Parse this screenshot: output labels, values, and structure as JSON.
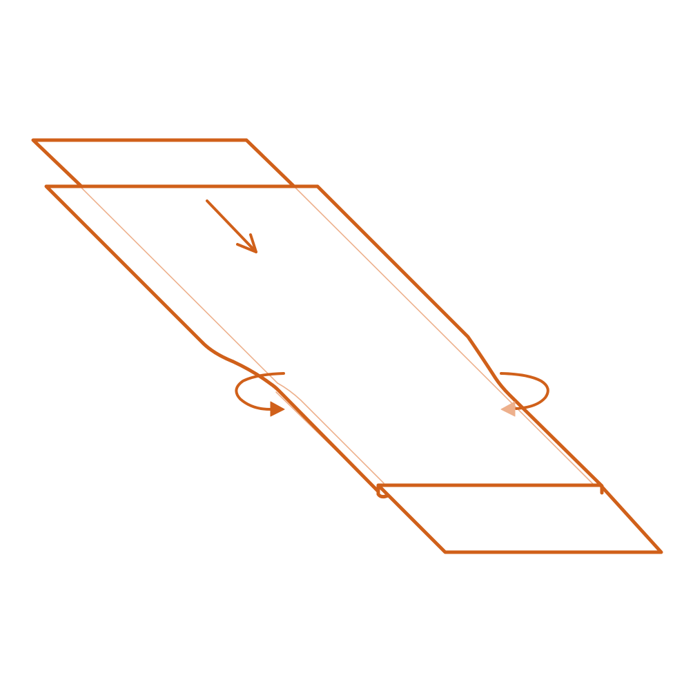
{
  "diagram": {
    "type": "fold-instruction",
    "colors": {
      "stroke": "#D0601A",
      "stroke_light": "#EDB08C",
      "background": "#FFFFFF"
    },
    "steps": [
      {
        "id": "slide-down",
        "icon": "straight-arrow-icon",
        "direction": "down-right"
      },
      {
        "id": "fold-left",
        "icon": "curved-fold-arrow-icon",
        "direction": "fold-under"
      },
      {
        "id": "fold-right",
        "icon": "curved-fold-arrow-icon",
        "direction": "fold-under",
        "hidden_side": true
      }
    ]
  }
}
